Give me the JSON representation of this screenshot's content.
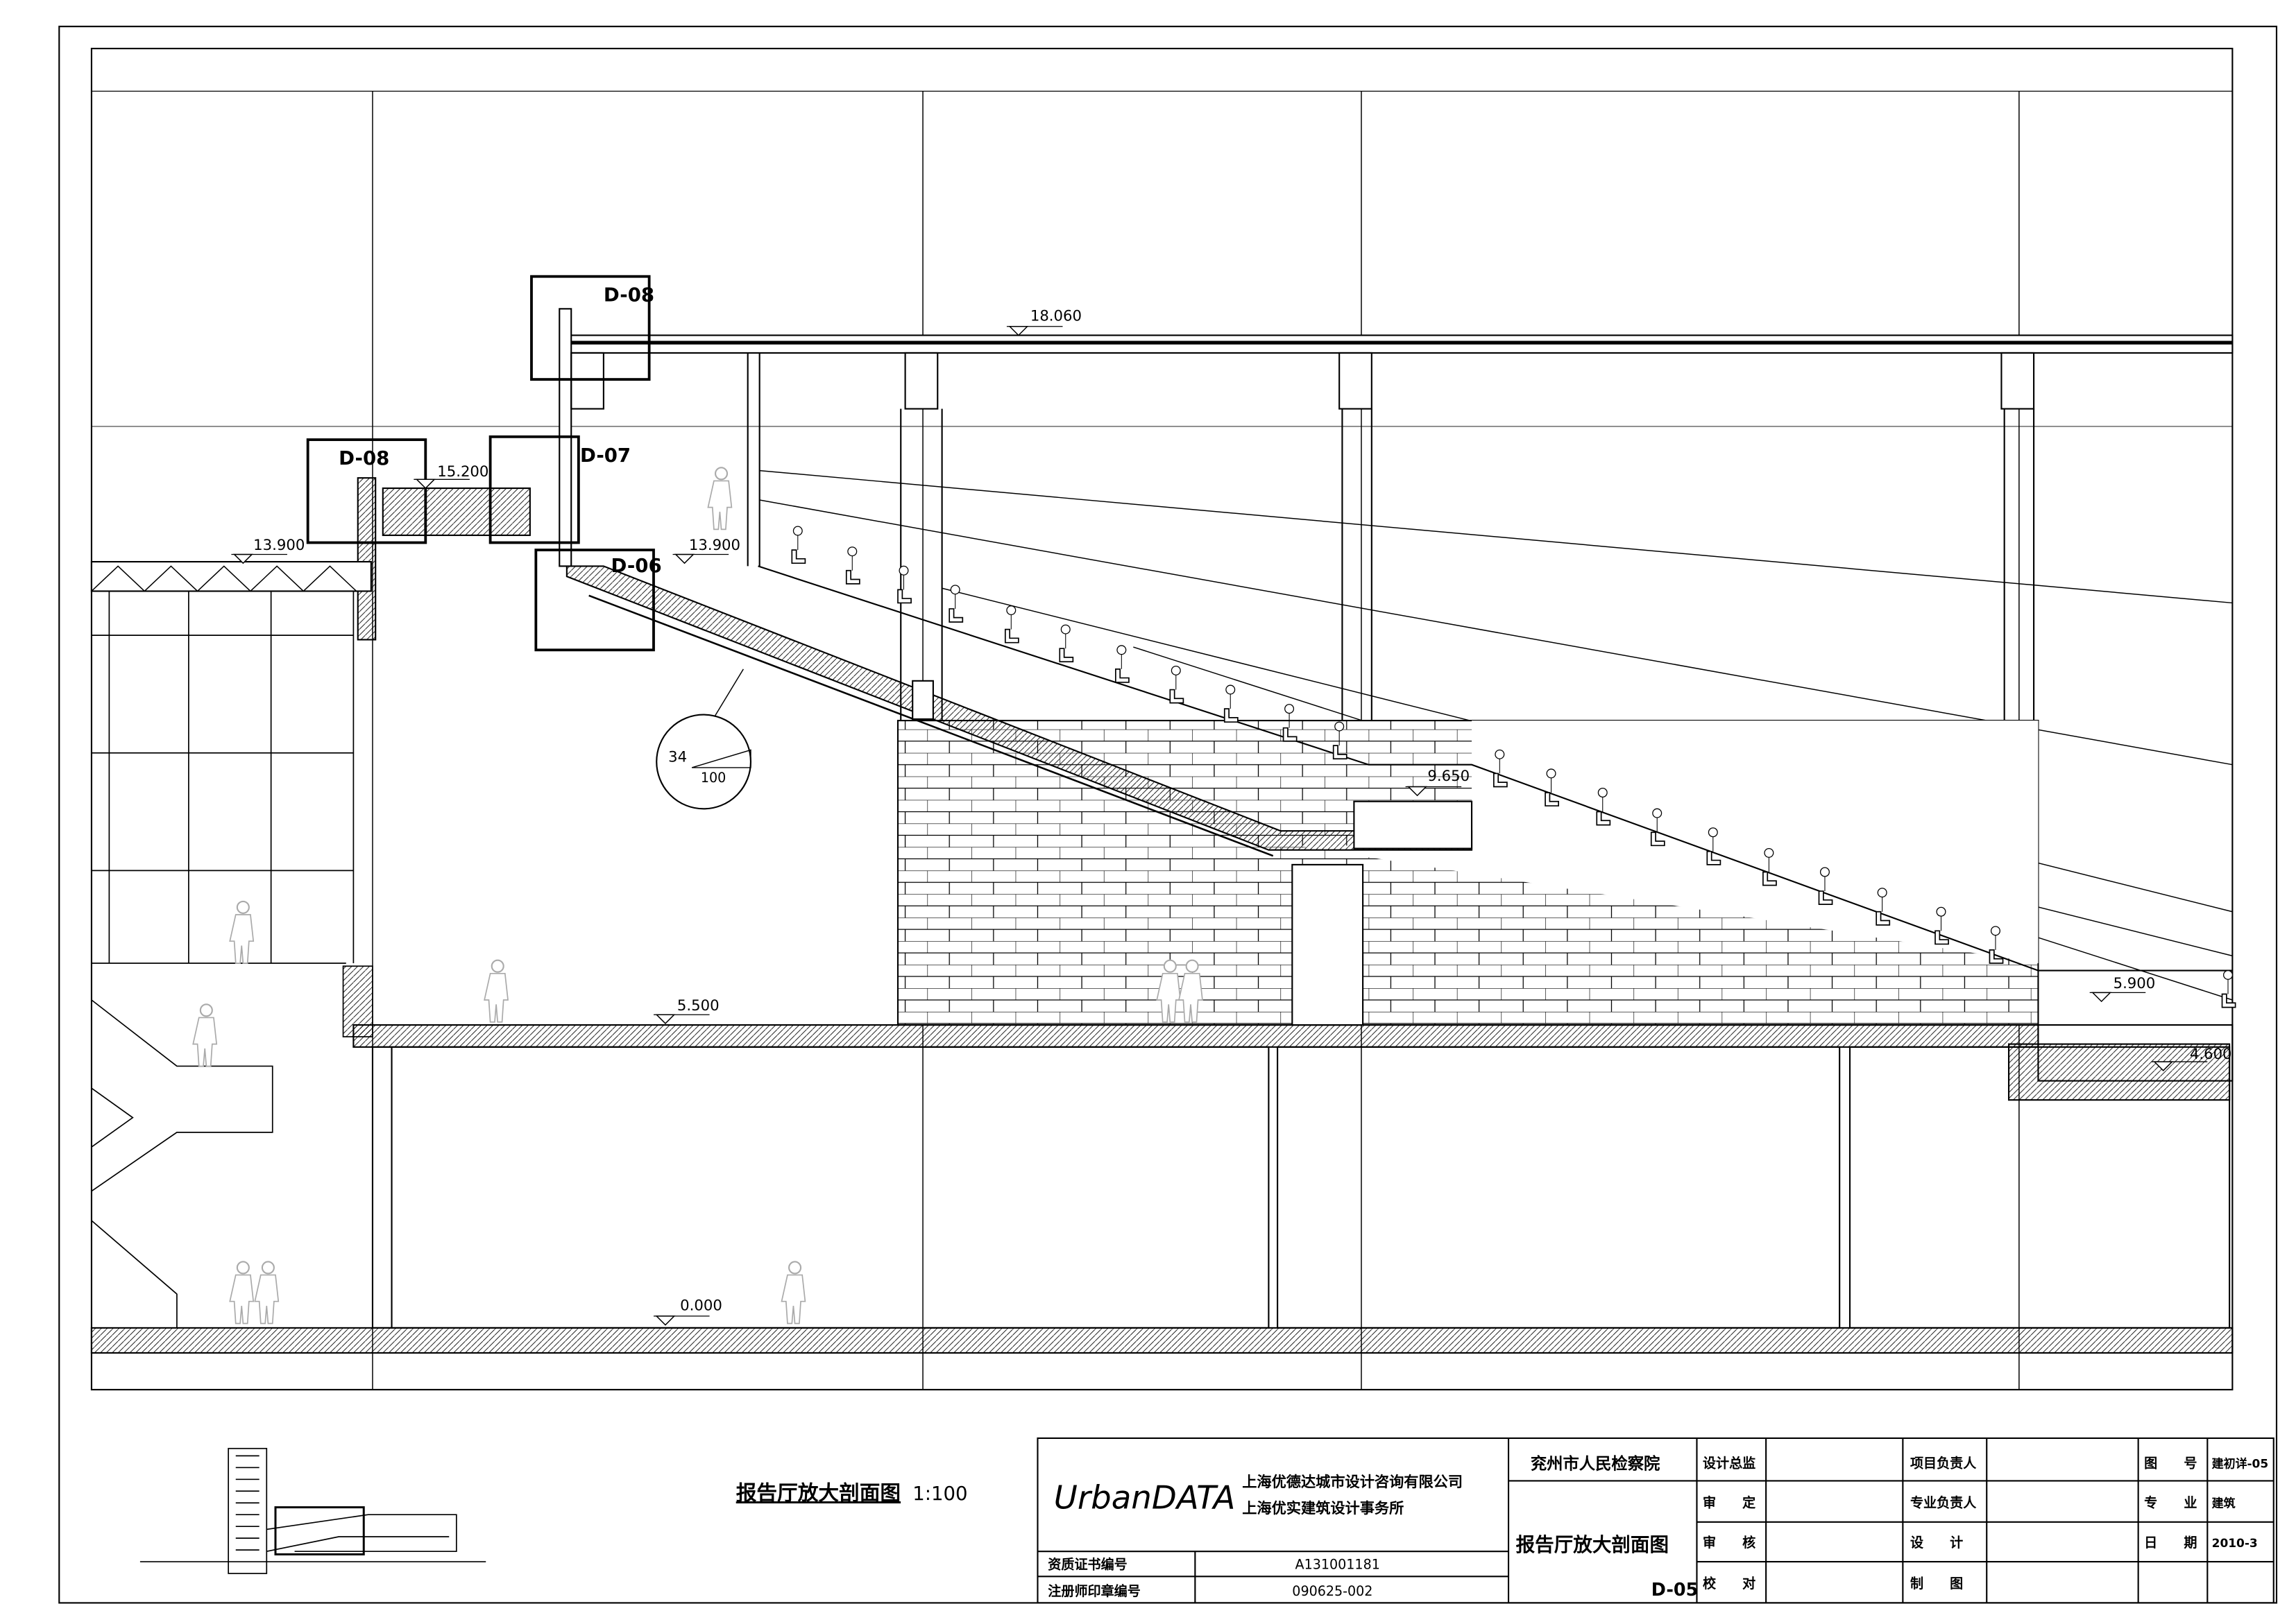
{
  "drawing": {
    "labels": {
      "elev_roof": "18.060",
      "elev_bridge": "15.200",
      "elev_left": "13.900",
      "elev_top_seat": "13.900",
      "elev_landing": "9.650",
      "elev_floor": "5.500",
      "elev_stage": "5.900",
      "elev_pit": "4.600",
      "elev_ground": "0.000",
      "slope_rise": "34",
      "slope_run": "100"
    },
    "detail_callouts": [
      "D-08",
      "D-08",
      "D-07",
      "D-06"
    ]
  },
  "caption": {
    "title": "报告厅放大剖面图",
    "scale": "1:100"
  },
  "title_block": {
    "logo": "UrbanDATA",
    "company_1": "上海优德达城市设计咨询有限公司",
    "company_2": "上海优实建筑设计事务所",
    "cert_label": "资质证书编号",
    "cert_value": "A131001181",
    "seal_label": "注册师印章编号",
    "seal_value": "090625-002",
    "project": "兖州市人民检察院",
    "drawing_name": "报告厅放大剖面图",
    "drawing_code": "D-05",
    "roles_col1": [
      "设计总监",
      "审　　定",
      "审　　核",
      "校　　对"
    ],
    "roles_col2": [
      "项目负责人",
      "专业负责人",
      "设　　计",
      "制　　图"
    ],
    "info_labels": [
      "图　　号",
      "专　　业",
      "日　　期"
    ],
    "info_values": [
      "建初详-05",
      "建筑",
      "2010-3"
    ]
  }
}
